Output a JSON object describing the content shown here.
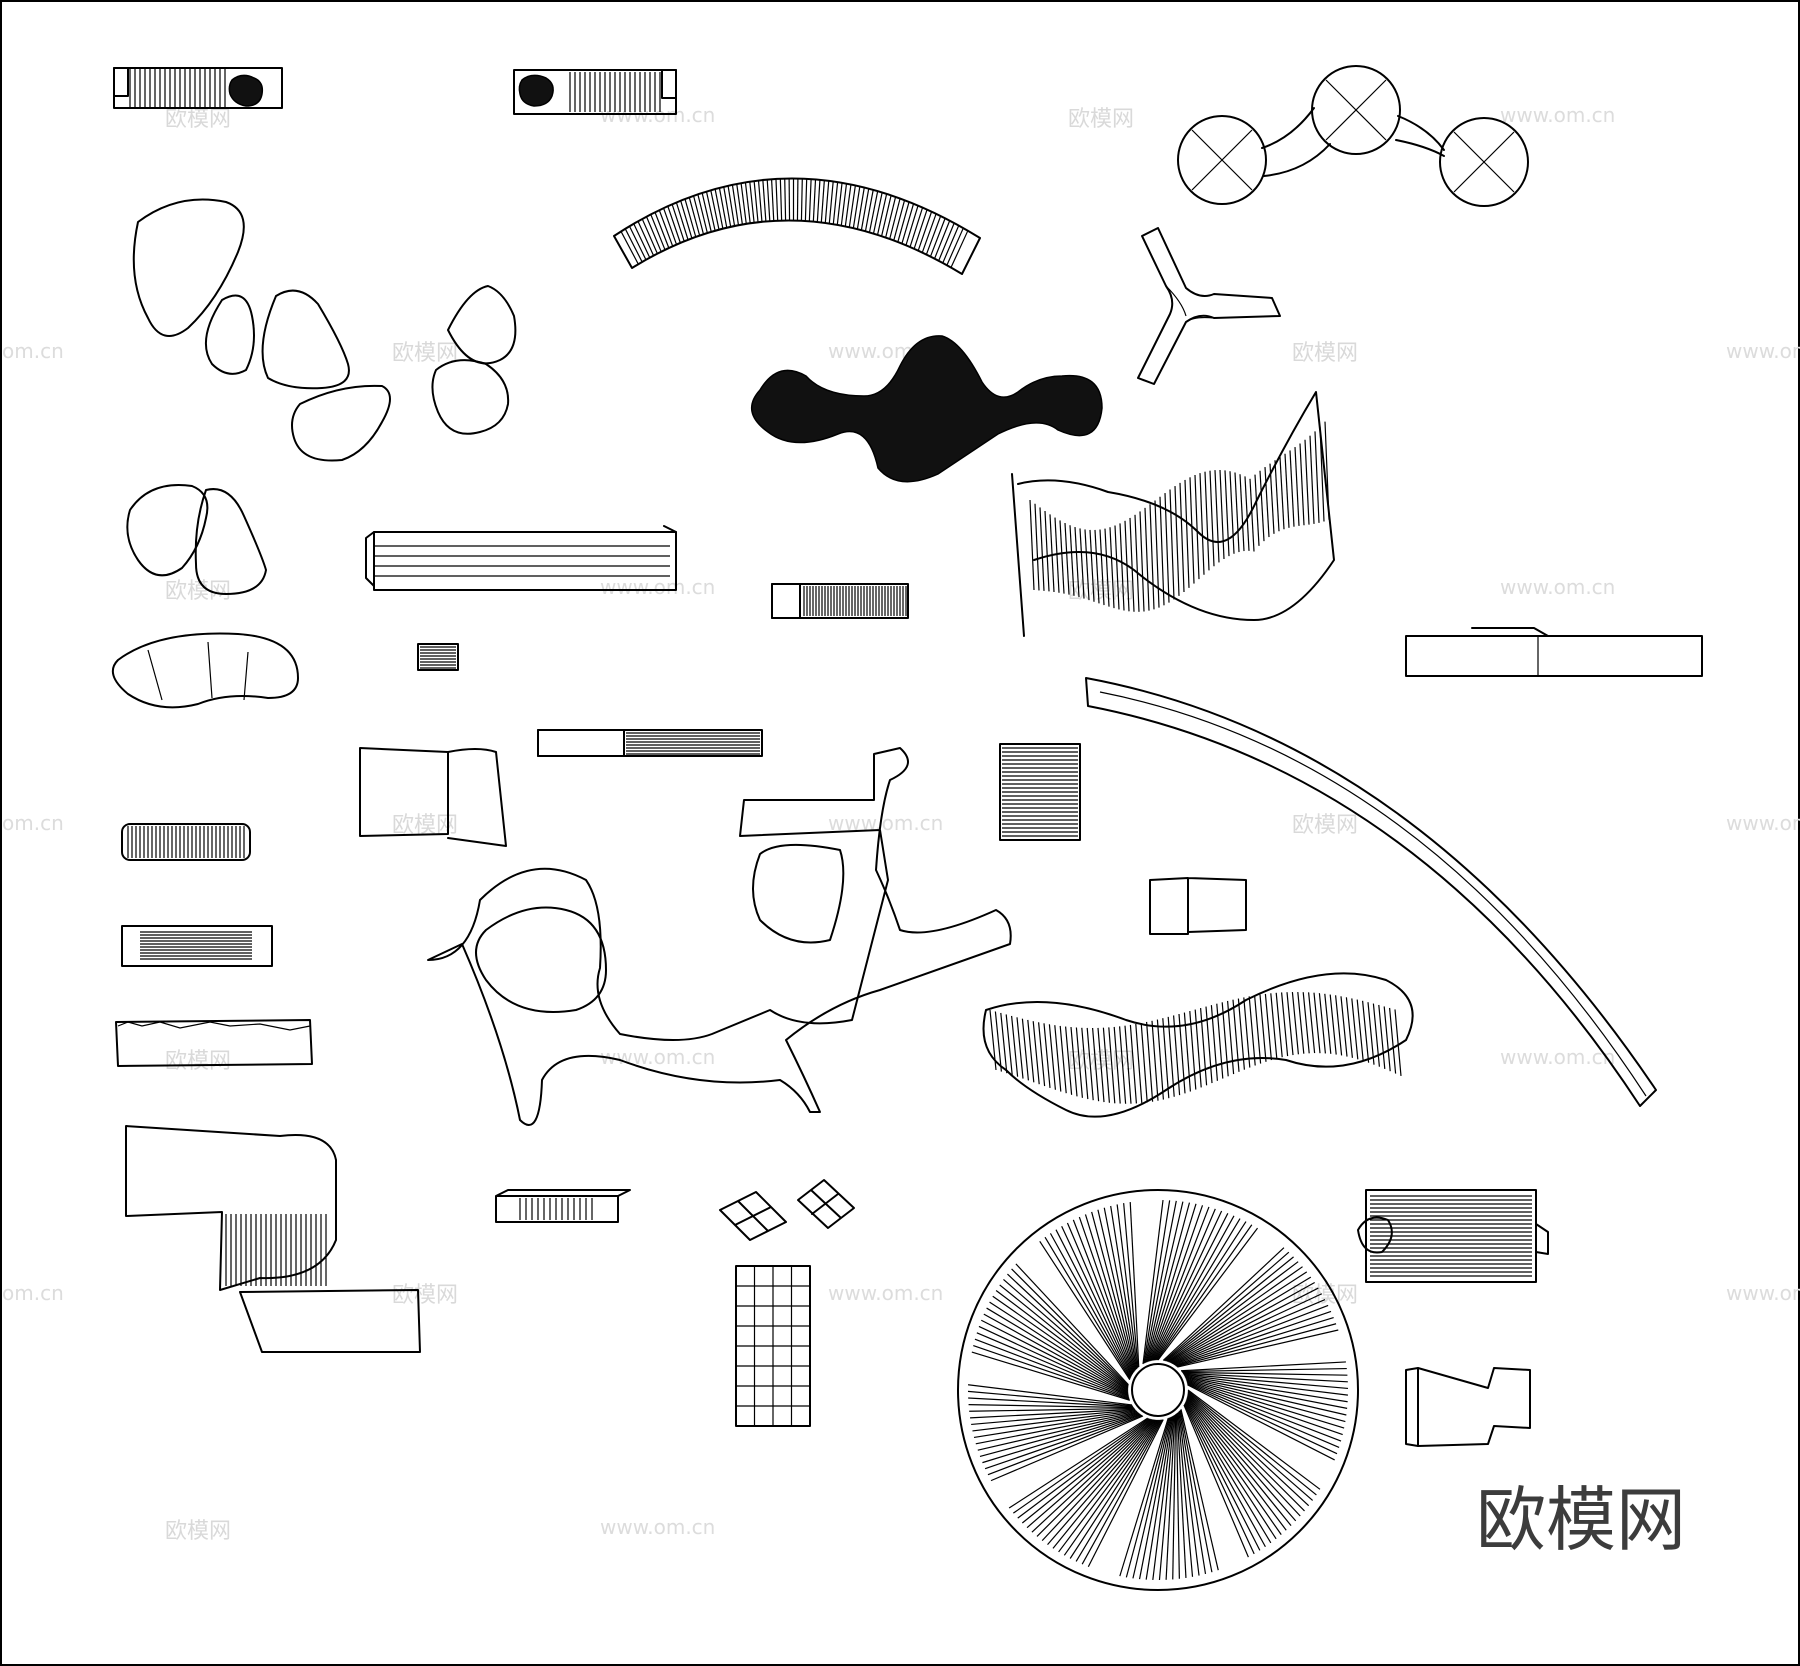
{
  "watermark": {
    "brand": "欧模网",
    "url": "www.om.cn",
    "url_fragment": "om.cn"
  },
  "drawing_items": [
    "bench-plan-planter-left",
    "bench-plan-planter-right",
    "tri-circle-bench",
    "pebble-seat-group",
    "curved-slat-bench",
    "y-shaped-bench",
    "blob-bench-solid",
    "pebble-seat-pair",
    "linear-stacked-bench",
    "wave-parametric-bench",
    "short-slat-bench",
    "curved-segment-bench",
    "small-slat-block",
    "straight-long-bench",
    "folded-ribbon-bench",
    "cylinder-slat-bench",
    "organic-branch-bench",
    "long-arc-bench",
    "boxed-slat-bench",
    "rough-stone-bench",
    "small-ribbon-bench",
    "undulating-slat-bench",
    "s-ribbon-bench",
    "small-box-bench",
    "cube-seat-a",
    "cube-seat-b",
    "grid-column-seat",
    "spiral-flower-bench",
    "double-slat-lounger",
    "folded-plate-bench"
  ]
}
